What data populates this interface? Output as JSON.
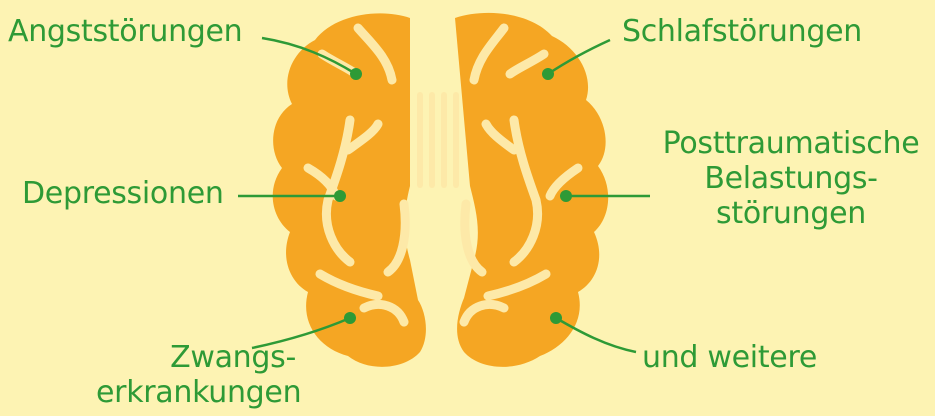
{
  "labels": {
    "angst": "Angststörungen",
    "schlaf": "Schlafstörungen",
    "depression": "Depressionen",
    "ptbs": "Posttraumatische\nBelastungs-\nstörungen",
    "zwang": "Zwangs-\nerkrankungen",
    "weitere": "und weitere"
  },
  "colors": {
    "background": "#fdf3b3",
    "brain": "#f5a623",
    "brain_lines": "#fde9a8",
    "text_and_connectors": "#2e9a36"
  }
}
